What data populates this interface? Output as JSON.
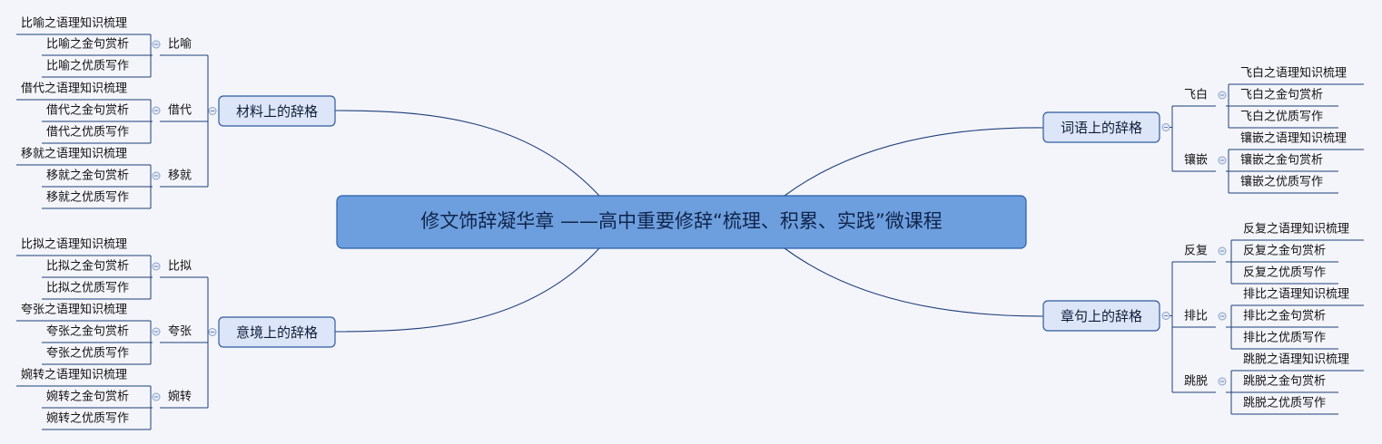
{
  "root": {
    "title": "修文饰辞凝华章 ——高中重要修辞“梳理、积累、实践”微课程"
  },
  "branches": [
    {
      "label": "材料上的辞格",
      "children": [
        {
          "label": "比喻",
          "leaves": [
            "比喻之语理知识梳理",
            "比喻之金句赏析",
            "比喻之优质写作"
          ]
        },
        {
          "label": "借代",
          "leaves": [
            "借代之语理知识梳理",
            "借代之金句赏析",
            "借代之优质写作"
          ]
        },
        {
          "label": "移就",
          "leaves": [
            "移就之语理知识梳理",
            "移就之金句赏析",
            "移就之优质写作"
          ]
        }
      ]
    },
    {
      "label": "意境上的辞格",
      "children": [
        {
          "label": "比拟",
          "leaves": [
            "比拟之语理知识梳理",
            "比拟之金句赏析",
            "比拟之优质写作"
          ]
        },
        {
          "label": "夸张",
          "leaves": [
            "夸张之语理知识梳理",
            "夸张之金句赏析",
            "夸张之优质写作"
          ]
        },
        {
          "label": "婉转",
          "leaves": [
            "婉转之语理知识梳理",
            "婉转之金句赏析",
            "婉转之优质写作"
          ]
        }
      ]
    },
    {
      "label": "词语上的辞格",
      "children": [
        {
          "label": "飞白",
          "leaves": [
            "飞白之语理知识梳理",
            "飞白之金句赏析",
            "飞白之优质写作"
          ]
        },
        {
          "label": "镶嵌",
          "leaves": [
            "镶嵌之语理知识梳理",
            "镶嵌之金句赏析",
            "镶嵌之优质写作"
          ]
        }
      ]
    },
    {
      "label": "章句上的辞格",
      "children": [
        {
          "label": "反复",
          "leaves": [
            "反复之语理知识梳理",
            "反复之金句赏析",
            "反复之优质写作"
          ]
        },
        {
          "label": "排比",
          "leaves": [
            "排比之语理知识梳理",
            "排比之金句赏析",
            "排比之优质写作"
          ]
        },
        {
          "label": "跳脱",
          "leaves": [
            "跳脱之语理知识梳理",
            "跳脱之金句赏析",
            "跳脱之优质写作"
          ]
        }
      ]
    }
  ],
  "colors": {
    "line": "#1d3f7a",
    "root_fill": "#6d9fde",
    "topic_fill": "#dce6f8",
    "background": "#f4f5fb"
  },
  "icons": {
    "collapse": "minus-circle-icon"
  }
}
